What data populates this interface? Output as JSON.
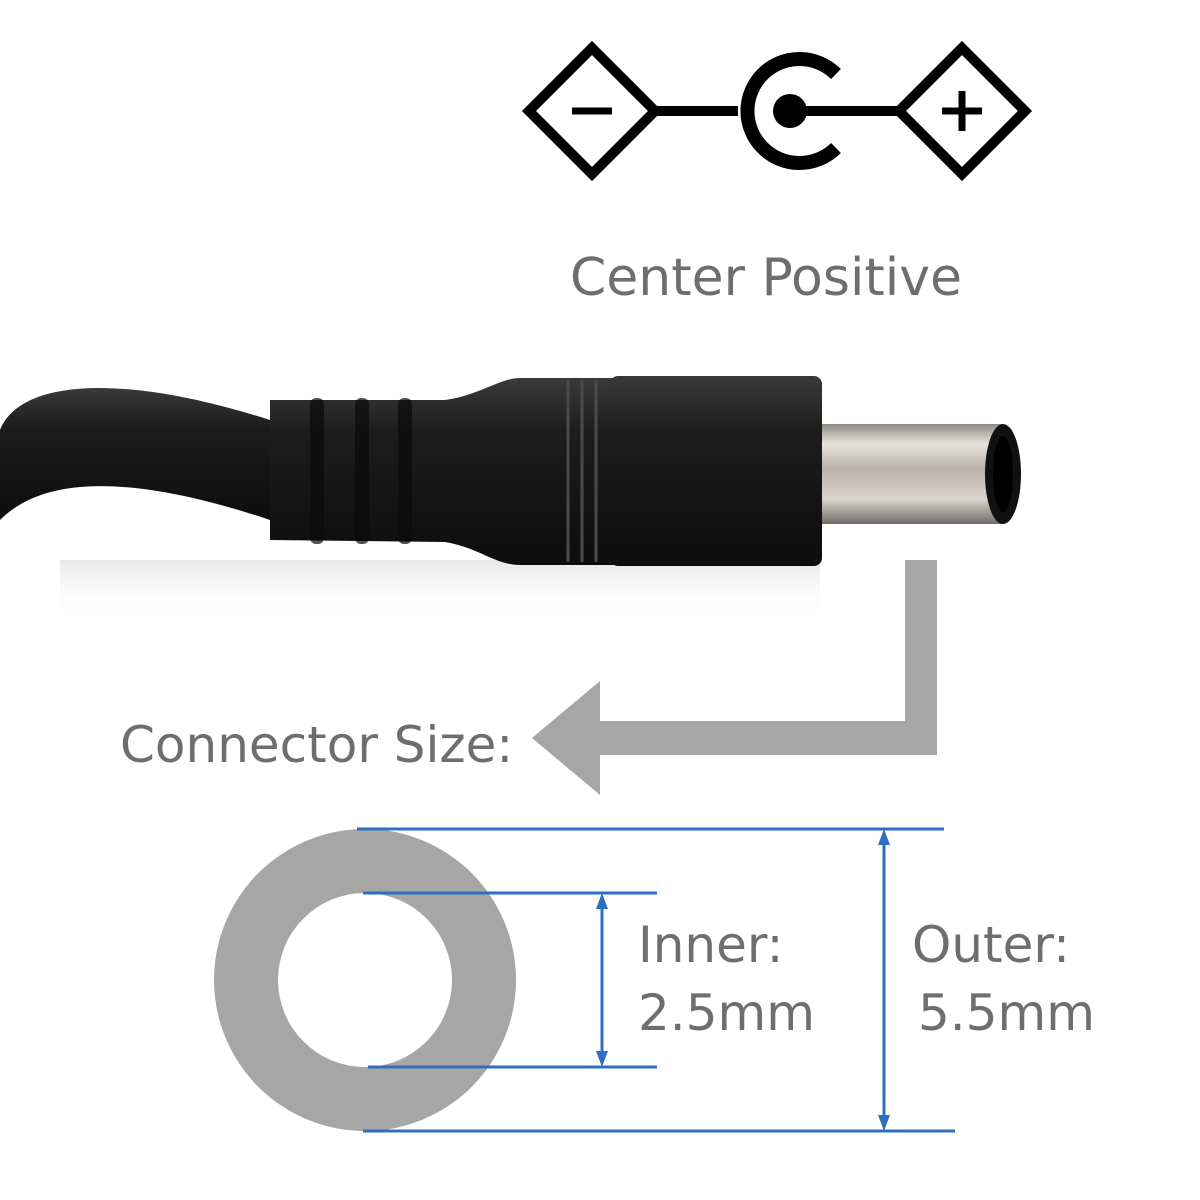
{
  "polarity": {
    "caption": "Center Positive",
    "negative_symbol": "−",
    "positive_symbol": "+"
  },
  "connector": {
    "size_label": "Connector Size:",
    "inner_label": "Inner:",
    "inner_value": "2.5mm",
    "outer_label": "Outer:",
    "outer_value": "5.5mm"
  },
  "colors": {
    "text_gray": "#6e6e6e",
    "ring_gray": "#a6a6a6",
    "dimension_blue": "#2f6fc2",
    "symbol_black": "#000000",
    "plug_black": "#1b1b1b",
    "metal_tip": "#c9c5bd"
  },
  "icons": {
    "polarity_symbol": "center-positive-polarity-icon",
    "arrow": "bent-arrow-icon",
    "plug": "dc-barrel-plug-image"
  }
}
